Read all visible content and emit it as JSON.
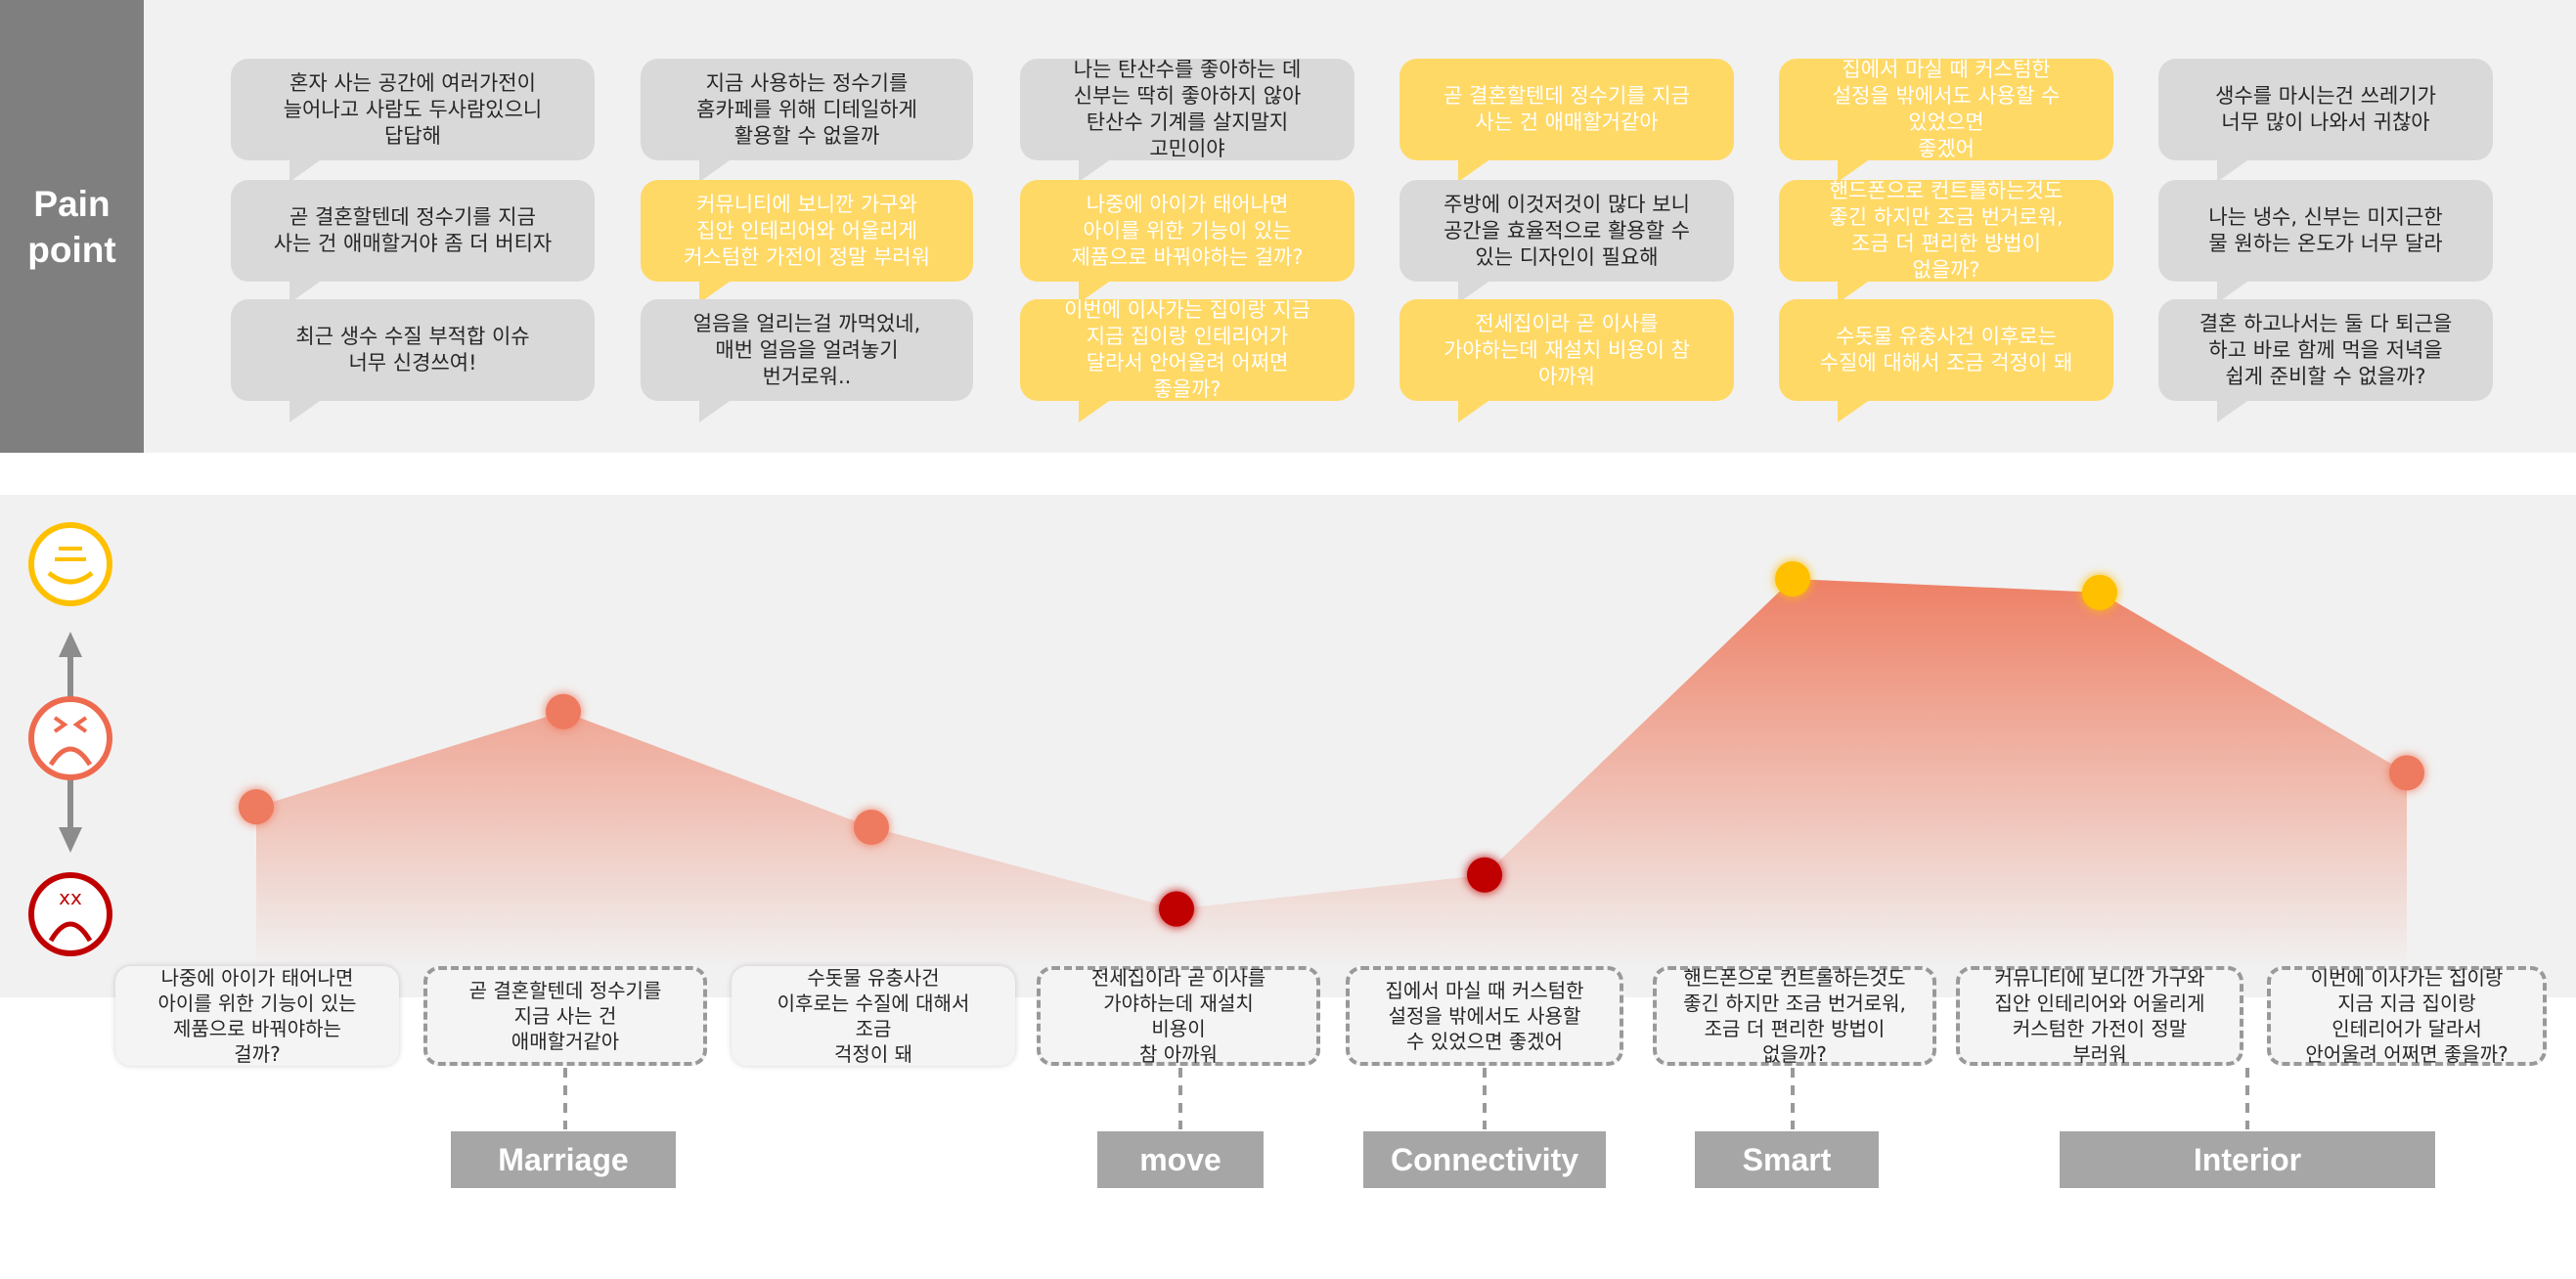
{
  "pain_point": {
    "title": "Pain\npoint",
    "bubbles": [
      {
        "text": "혼자 사는 공간에 여러가전이\n늘어나고 사람도 두사람있으니\n답답해",
        "tone": "gray"
      },
      {
        "text": "곧 결혼할텐데 정수기를 지금\n사는 건 애매할거야 좀 더 버티자",
        "tone": "gray"
      },
      {
        "text": "최근 생수 수질 부적합 이슈\n너무 신경쓰여!",
        "tone": "gray"
      },
      {
        "text": "지금 사용하는 정수기를\n홈카페를 위해 디테일하게\n활용할 수 없을까",
        "tone": "gray"
      },
      {
        "text": "커뮤니티에 보니깐 가구와\n집안 인테리어와 어울리게\n커스텀한 가전이 정말 부러워",
        "tone": "yellow"
      },
      {
        "text": "얼음을 얼리는걸 까먹었네,\n매번 얼음을 얼려놓기\n번거로워..",
        "tone": "gray"
      },
      {
        "text": "나는 탄산수를 좋아하는 데\n신부는 딱히 좋아하지 않아\n탄산수 기계를 살지말지\n고민이야",
        "tone": "gray"
      },
      {
        "text": "나중에 아이가 태어나면\n아이를 위한 기능이 있는\n제품으로 바꿔야하는 걸까?",
        "tone": "yellow"
      },
      {
        "text": "이번에 이사가는 집이랑 지금\n지금 집이랑 인테리어가\n달라서 안어울려 어쩌면\n좋을까?",
        "tone": "yellow"
      },
      {
        "text": "곧 결혼할텐데 정수기를 지금\n사는 건 애매할거같아",
        "tone": "yellow"
      },
      {
        "text": "주방에 이것저것이 많다 보니\n공간을 효율적으로 활용할 수\n있는 디자인이 필요해",
        "tone": "gray"
      },
      {
        "text": "전세집이라 곧 이사를\n가야하는데 재설치 비용이 참\n아까워",
        "tone": "yellow"
      },
      {
        "text": "집에서 마실 때 커스텀한\n설정을 밖에서도 사용할 수\n있었으면\n좋겠어",
        "tone": "yellow"
      },
      {
        "text": "핸드폰으로 컨트롤하는것도\n좋긴 하지만 조금 번거로워,\n조금 더 편리한 방법이\n없을까?",
        "tone": "yellow"
      },
      {
        "text": "수돗물 유충사건 이후로는\n수질에 대해서 조금 걱정이 돼",
        "tone": "yellow"
      },
      {
        "text": "생수를 마시는건 쓰레기가\n너무 많이 나와서 귀찮아",
        "tone": "gray"
      },
      {
        "text": "나는 냉수, 신부는 미지근한\n물 원하는 온도가 너무 달라",
        "tone": "gray"
      },
      {
        "text": "결혼 하고나서는 둘 다 퇴근을\n하고 바로 함께 먹을 저녁을\n쉽게 준비할 수 없을까?",
        "tone": "gray"
      }
    ]
  },
  "emotion_scale": {
    "icons": [
      {
        "name": "happy-face-icon",
        "color": "#ffc000"
      },
      {
        "name": "unhappy-face-icon",
        "color": "#ee6a4e"
      },
      {
        "name": "angry-face-icon",
        "color": "#c00000"
      }
    ]
  },
  "chart_data": {
    "type": "area",
    "y_scale": "emotion",
    "ylim": [
      0,
      10
    ],
    "points": [
      {
        "label": "나중에 아이가 태어나면\n아이를 위한 기능이 있는\n제품으로 바꿔야하는\n걸까?",
        "value": 3.3,
        "color": "#ee7a5e",
        "card": "solid"
      },
      {
        "label": "곧 결혼할텐데 정수기를\n지금 사는 건\n애매할거같아",
        "value": 6.1,
        "color": "#ee7a5e",
        "card": "dashed"
      },
      {
        "label": "수돗물 유충사건\n이후로는 수질에 대해서\n조금\n걱정이 돼",
        "value": 2.7,
        "color": "#ee7a5e",
        "card": "solid"
      },
      {
        "label": "전세집이라 곧 이사를\n가야하는데 재설치\n비용이\n참 아까워",
        "value": 0.3,
        "color": "#c00000",
        "card": "dashed"
      },
      {
        "label": "집에서 마실 때 커스텀한\n설정을 밖에서도 사용할\n수 있었으면 좋겠어",
        "value": 1.3,
        "color": "#c00000",
        "card": "dashed"
      },
      {
        "label": "핸드폰으로 컨트롤하는것도\n좋긴 하지만 조금 번거로워,\n조금 더 편리한 방법이\n없을까?",
        "value": 10.0,
        "color": "#ffc000",
        "card": "dashed"
      },
      {
        "label": "커뮤니티에 보니깐 가구와\n집안 인테리어와 어울리게\n커스텀한 가전이 정말\n부러워",
        "value": 9.6,
        "color": "#ffc000",
        "card": "dashed"
      },
      {
        "label": "이번에 이사가는 집이랑\n지금 지금 집이랑\n인테리어가 달라서\n안어울려 어쩌면 좋을까?",
        "value": 4.3,
        "color": "#ee7a5e",
        "card": "dashed"
      }
    ],
    "fill_color": "#ee7a5e"
  },
  "keywords": [
    {
      "label": "Marriage"
    },
    {
      "label": "move"
    },
    {
      "label": "Connectivity"
    },
    {
      "label": "Smart"
    },
    {
      "label": "Interior"
    }
  ]
}
